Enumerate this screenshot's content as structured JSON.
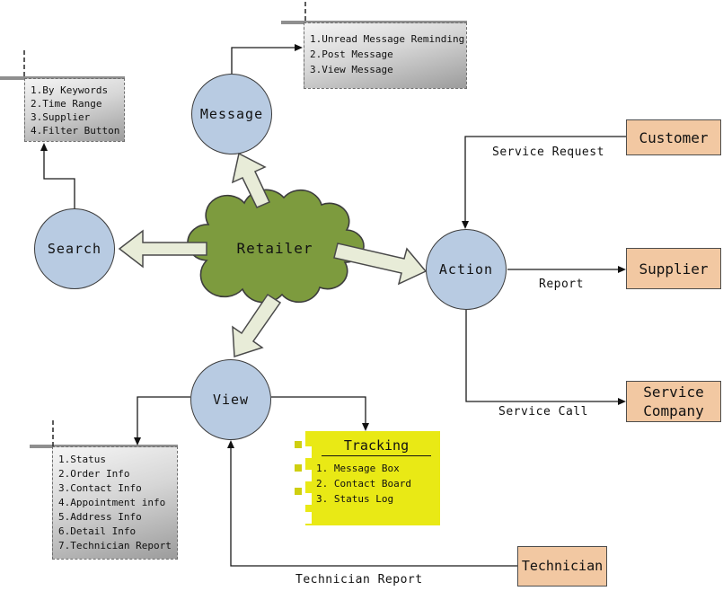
{
  "cloud": {
    "label": "Retailer"
  },
  "nodes": {
    "message": {
      "label": "Message"
    },
    "search": {
      "label": "Search"
    },
    "action": {
      "label": "Action"
    },
    "view": {
      "label": "View"
    }
  },
  "entities": {
    "customer": {
      "label": "Customer"
    },
    "supplier": {
      "label": "Supplier"
    },
    "service_company": {
      "label": "Service Company"
    },
    "technician": {
      "label": "Technician"
    }
  },
  "edge_labels": {
    "service_request": "Service Request",
    "report": "Report",
    "service_call": "Service Call",
    "technician_report": "Technician Report"
  },
  "notes": {
    "search_note": {
      "items": [
        "1.By Keywords",
        "2.Time Range",
        "3.Supplier",
        "4.Filter Button"
      ]
    },
    "message_note": {
      "items": [
        "1.Unread Message Reminding",
        "2.Post Message",
        "3.View Message"
      ]
    },
    "view_note": {
      "items": [
        "1.Status",
        "2.Order Info",
        "3.Contact Info",
        "4.Appointment info",
        "5.Address Info",
        "6.Detail Info",
        "7.Technician Report"
      ]
    }
  },
  "tracking": {
    "title": "Tracking",
    "items": [
      "1. Message Box",
      "2. Contact Board",
      "3. Status Log"
    ]
  },
  "colors": {
    "node_fill": "#b8cbe2",
    "cloud_fill": "#7d9b3e",
    "entity_fill": "#f2c8a2",
    "tracking_fill": "#e9e915",
    "block_arrow_fill": "#e8ecd8",
    "note_gradient_top": "#f5f5f5",
    "note_gradient_bottom": "#9c9c9c"
  }
}
